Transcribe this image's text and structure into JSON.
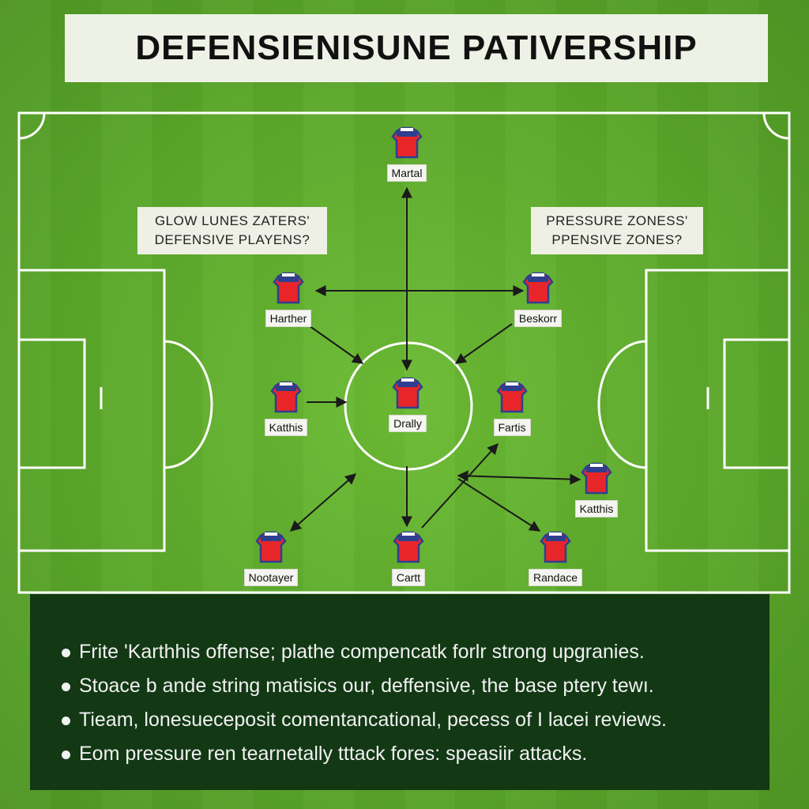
{
  "title": "DEFENSIENISUNE PATIVERSHIP",
  "zones": {
    "left": [
      "GLOW LUNES ZATERS'",
      "DEFENSIVE PLAYENS?"
    ],
    "right": [
      "PRESSURE ZONESS'",
      "PPENSIVE ZONES?"
    ]
  },
  "players": [
    {
      "id": "martal",
      "label": "Martal"
    },
    {
      "id": "harther",
      "label": "Harther"
    },
    {
      "id": "beskorr",
      "label": "Beskorr"
    },
    {
      "id": "katthis-left",
      "label": "Katthis"
    },
    {
      "id": "drally",
      "label": "Drally"
    },
    {
      "id": "fartis",
      "label": "Fartis"
    },
    {
      "id": "katthis-right",
      "label": "Katthis"
    },
    {
      "id": "nootayer",
      "label": "Nootayer"
    },
    {
      "id": "cartt",
      "label": "Cartt"
    },
    {
      "id": "randace",
      "label": "Randace"
    }
  ],
  "notes": [
    "Frite 'Karthhis offense;  plathe compencatk forlr strong upgranies.",
    "Stoace b ande string matisics our, deffensive,  the base ptery tewı.",
    "Tieam, lonesueceposit comentancational, pecess of I lacei reviews.",
    "Eom pressure ren tearnetally tttack fores: speasiir attacks."
  ],
  "colors": {
    "grass": "#5faa2e",
    "jersey": "#e8262a",
    "jersey_trim": "#2e3f8f",
    "panel": "#123814"
  }
}
